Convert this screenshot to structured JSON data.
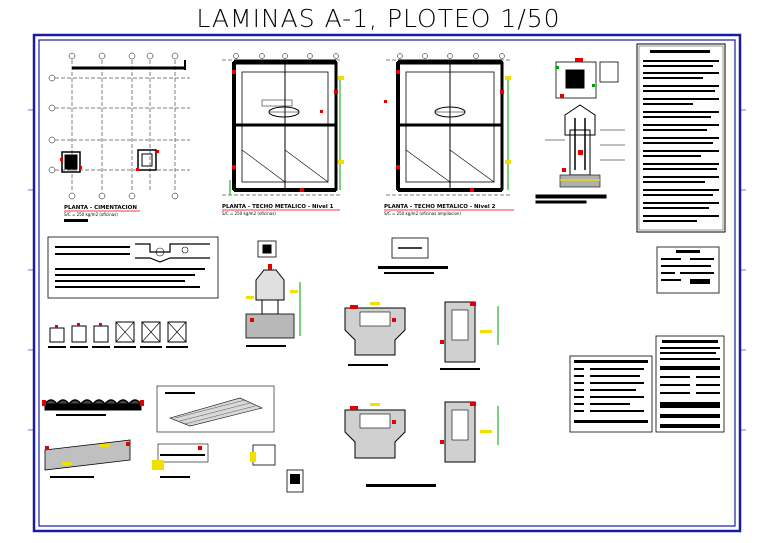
{
  "sheet": {
    "title": "LAMINAS A-1, PLOTEO 1/50"
  },
  "plans": [
    {
      "label": "PLANTA - CIMENTACION",
      "note": "S/C = 250 kg/m2 (oficinas)"
    },
    {
      "label": "PLANTA - TECHO METALICO - Nivel 1",
      "note": "S/C = 250 kg/m2 (oficinas)"
    },
    {
      "label": "PLANTA - TECHO METALICO - Nivel 2",
      "note": "S/C = 250 kg/m2 (oficinas ampliacion)"
    }
  ],
  "colors": {
    "border": "#1a1aa6",
    "line": "#000000",
    "accent_red": "#e00000",
    "accent_green": "#00a000",
    "accent_yellow": "#f0e000",
    "accent_magenta": "#d000d0",
    "accent_cyan": "#00b0d0"
  }
}
